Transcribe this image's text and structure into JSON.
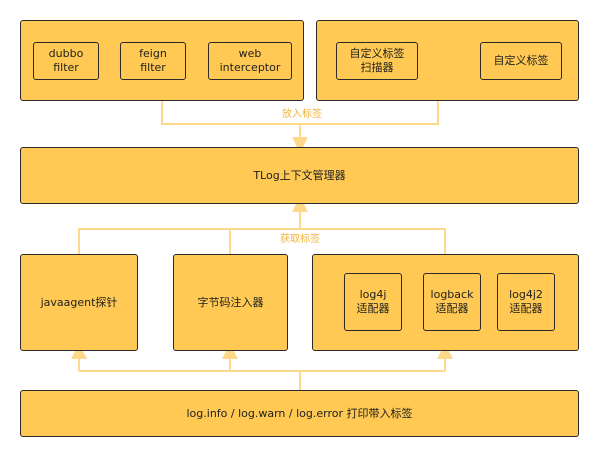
{
  "top_left_filters": [
    "dubbo\nfilter",
    "feign\nfilter",
    "web\ninterceptor"
  ],
  "top_right": {
    "scanner": "自定义标签\n扫描器",
    "tag": "自定义标签"
  },
  "edge_labels": {
    "put_tag": "放入标签",
    "get_tag": "获取标签"
  },
  "context_manager": "TLog上下文管理器",
  "middle": {
    "javaagent": "javaagent探针",
    "bytecode": "字节码注入器",
    "adapters": [
      "log4j\n适配器",
      "logback\n适配器",
      "log4j2\n适配器"
    ]
  },
  "bottom": "log.info / log.warn / log.error 打印带入标签",
  "colors": {
    "box_fill": "#ffc954",
    "border": "#2a2a2a",
    "connector": "#ffd98a",
    "label": "#f5b23c"
  }
}
